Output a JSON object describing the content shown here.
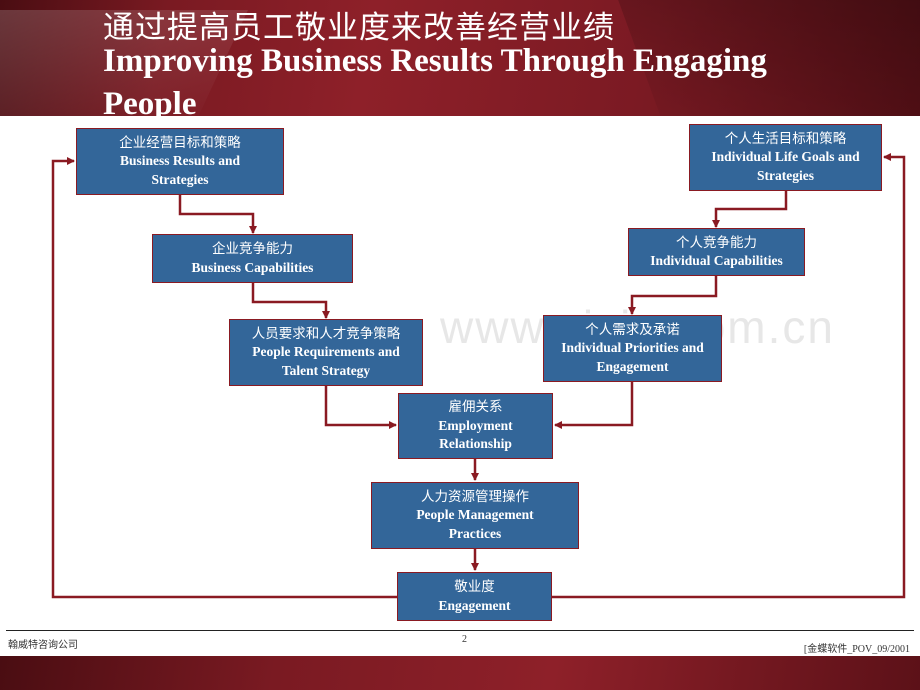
{
  "header": {
    "title_cn": "通过提高员工敬业度来改善经营业绩",
    "title_en": "Improving Business Results Through Engaging People"
  },
  "boxes": {
    "business_results": {
      "cn": "企业经营目标和策略",
      "en": "Business Results and Strategies"
    },
    "business_capabilities": {
      "cn": "企业竞争能力",
      "en": "Business Capabilities"
    },
    "people_requirements": {
      "cn": "人员要求和人才竞争策略",
      "en": "People Requirements and Talent Strategy"
    },
    "individual_life_goals": {
      "cn": "个人生活目标和策略",
      "en": "Individual Life Goals and Strategies"
    },
    "individual_capabilities": {
      "cn": "个人竞争能力",
      "en": "Individual Capabilities"
    },
    "individual_priorities": {
      "cn": "个人需求及承诺",
      "en": "Individual Priorities and Engagement"
    },
    "employment_relationship": {
      "cn": "雇佣关系",
      "en": "Employment Relationship"
    },
    "people_management": {
      "cn": "人力资源管理操作",
      "en": "People Management Practices"
    },
    "engagement": {
      "cn": "敬业度",
      "en": "Engagement"
    }
  },
  "watermark": "www.zixin.com.cn",
  "footer": {
    "company": "翰威特咨询公司",
    "page_number": "2",
    "source_note": "[金蝶软件_POV_09/2001"
  },
  "colors": {
    "box_fill": "#336699",
    "connector": "#8a1a22",
    "header_band": "#7a1a22"
  }
}
